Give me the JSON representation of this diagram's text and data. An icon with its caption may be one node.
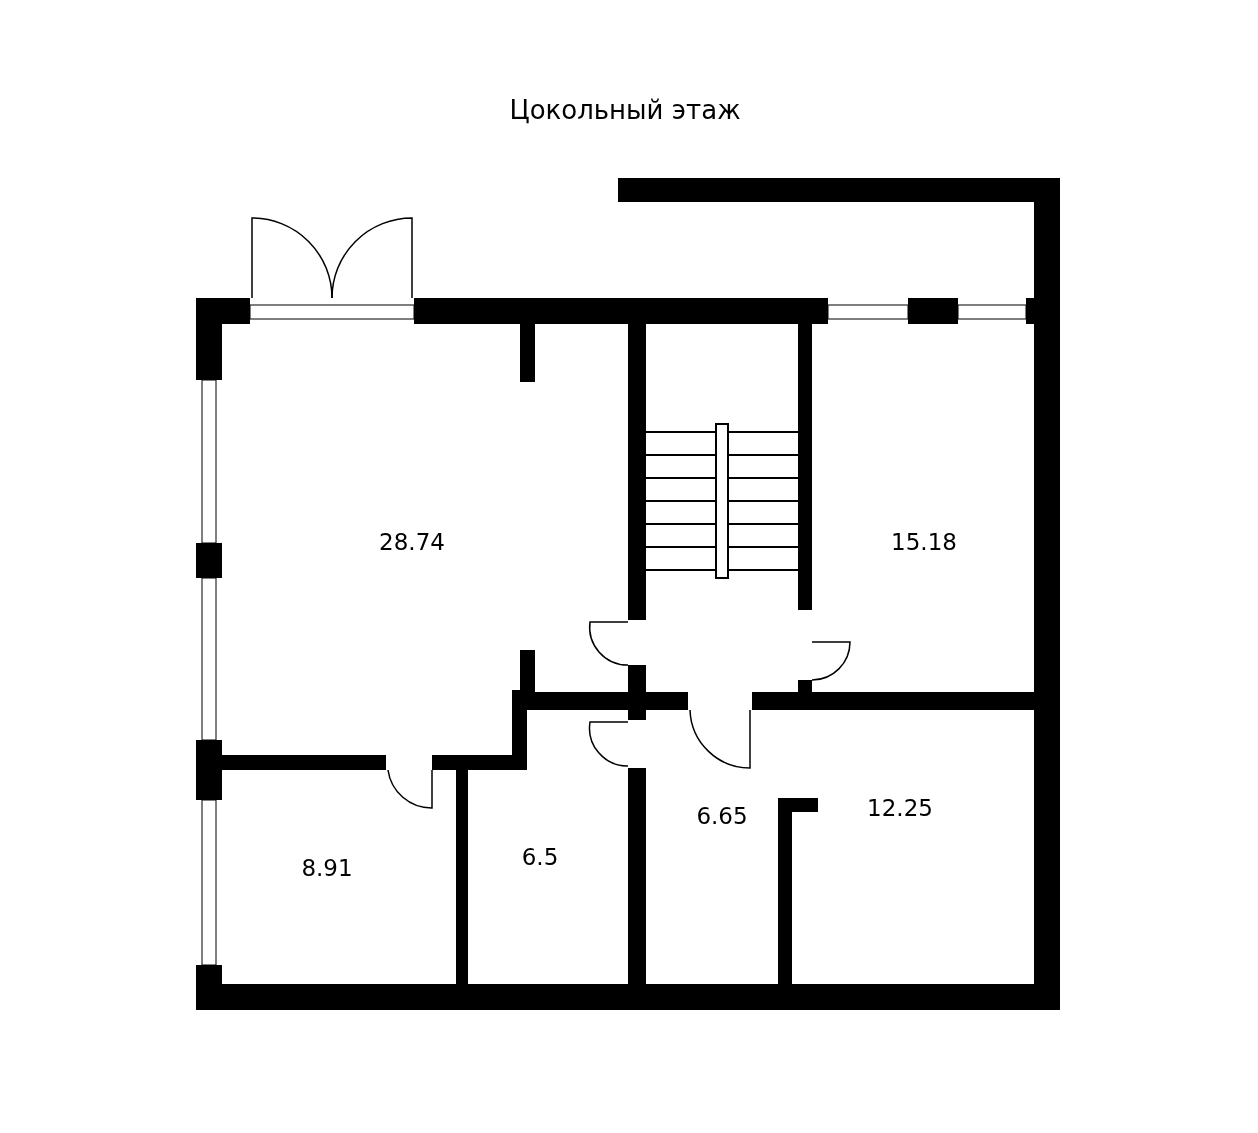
{
  "diagram": {
    "title": "Цокольный этаж",
    "labels": [
      "28.74",
      "15.18",
      "12.25",
      "6.65",
      "6.5",
      "8.91"
    ]
  }
}
